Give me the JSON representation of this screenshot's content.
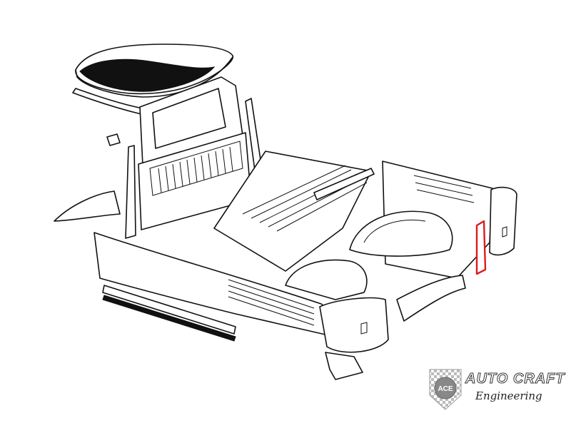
{
  "diagram": {
    "subject": "pickup-truck-body-and-bed-panels-exploded-view",
    "highlight_color": "#e01a1a",
    "line_color": "#111111"
  },
  "logo": {
    "badge_text": "ACE",
    "name": "AUTO CRAFT",
    "tagline": "Engineering"
  }
}
